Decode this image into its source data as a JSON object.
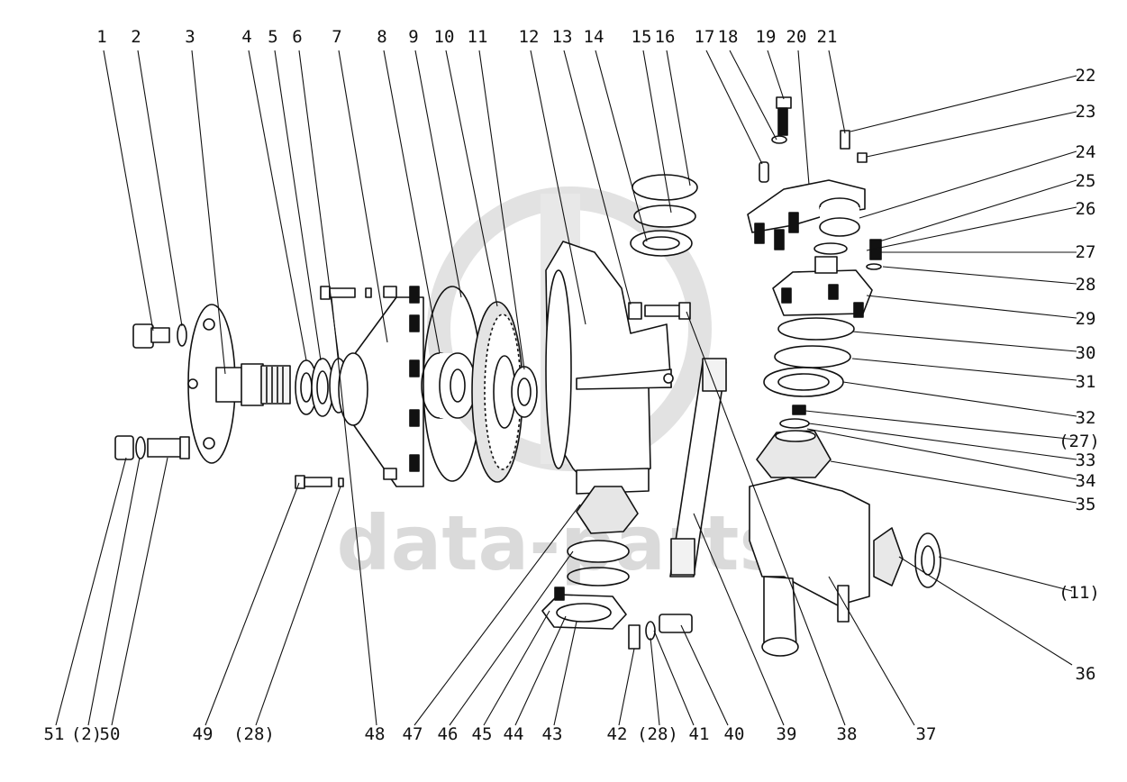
{
  "diagram": {
    "watermark": "data-parts",
    "callouts": [
      {
        "id": "c1",
        "label": "1"
      },
      {
        "id": "c2",
        "label": "2"
      },
      {
        "id": "c3",
        "label": "3"
      },
      {
        "id": "c4",
        "label": "4"
      },
      {
        "id": "c5",
        "label": "5"
      },
      {
        "id": "c6",
        "label": "6"
      },
      {
        "id": "c7",
        "label": "7"
      },
      {
        "id": "c8",
        "label": "8"
      },
      {
        "id": "c9",
        "label": "9"
      },
      {
        "id": "c10",
        "label": "10"
      },
      {
        "id": "c11",
        "label": "11"
      },
      {
        "id": "c12",
        "label": "12"
      },
      {
        "id": "c13",
        "label": "13"
      },
      {
        "id": "c14",
        "label": "14"
      },
      {
        "id": "c15",
        "label": "15"
      },
      {
        "id": "c16",
        "label": "16"
      },
      {
        "id": "c17",
        "label": "17"
      },
      {
        "id": "c18",
        "label": "18"
      },
      {
        "id": "c19",
        "label": "19"
      },
      {
        "id": "c20",
        "label": "20"
      },
      {
        "id": "c21",
        "label": "21"
      },
      {
        "id": "c22",
        "label": "22"
      },
      {
        "id": "c23",
        "label": "23"
      },
      {
        "id": "c24",
        "label": "24"
      },
      {
        "id": "c25",
        "label": "25"
      },
      {
        "id": "c26",
        "label": "26"
      },
      {
        "id": "c27",
        "label": "27"
      },
      {
        "id": "c28",
        "label": "28"
      },
      {
        "id": "c29",
        "label": "29"
      },
      {
        "id": "c30",
        "label": "30"
      },
      {
        "id": "c31",
        "label": "31"
      },
      {
        "id": "c32",
        "label": "32"
      },
      {
        "id": "c27b",
        "label": "(27)"
      },
      {
        "id": "c33",
        "label": "33"
      },
      {
        "id": "c34",
        "label": "34"
      },
      {
        "id": "c35",
        "label": "35"
      },
      {
        "id": "c11b",
        "label": "(11)"
      },
      {
        "id": "c36",
        "label": "36"
      },
      {
        "id": "c51",
        "label": "51"
      },
      {
        "id": "c2b",
        "label": "(2)"
      },
      {
        "id": "c50",
        "label": "50"
      },
      {
        "id": "c49",
        "label": "49"
      },
      {
        "id": "c28b",
        "label": "(28)"
      },
      {
        "id": "c48",
        "label": "48"
      },
      {
        "id": "c47",
        "label": "47"
      },
      {
        "id": "c46",
        "label": "46"
      },
      {
        "id": "c45",
        "label": "45"
      },
      {
        "id": "c44",
        "label": "44"
      },
      {
        "id": "c43",
        "label": "43"
      },
      {
        "id": "c42",
        "label": "42"
      },
      {
        "id": "c28c",
        "label": "(28)"
      },
      {
        "id": "c41",
        "label": "41"
      },
      {
        "id": "c40",
        "label": "40"
      },
      {
        "id": "c39",
        "label": "39"
      },
      {
        "id": "c38",
        "label": "38"
      },
      {
        "id": "c37",
        "label": "37"
      }
    ]
  }
}
